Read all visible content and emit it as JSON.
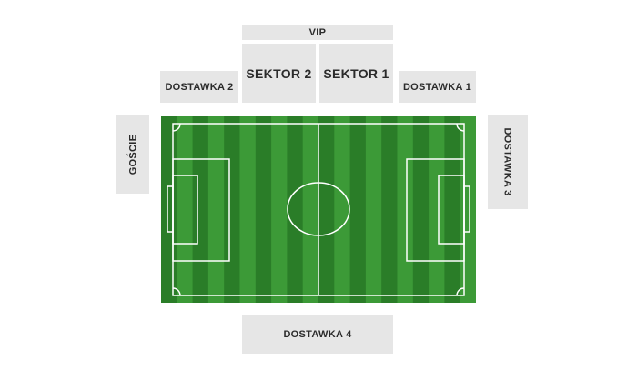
{
  "sectors": {
    "vip": "VIP",
    "sektor_2": "SEKTOR 2",
    "sektor_1": "SEKTOR 1",
    "dostawka_2": "DOSTAWKA 2",
    "dostawka_1": "DOSTAWKA 1",
    "goscie": "GOŚCIE",
    "dostawka_3": "DOSTAWKA 3",
    "dostawka_4": "DOSTAWKA 4"
  },
  "colors": {
    "sector_fill": "#e6e6e6",
    "sector_text": "#2b2b2b",
    "pitch_dark": "#2a7d28",
    "pitch_light": "#3c9a37",
    "pitch_lines": "#ffffff"
  }
}
